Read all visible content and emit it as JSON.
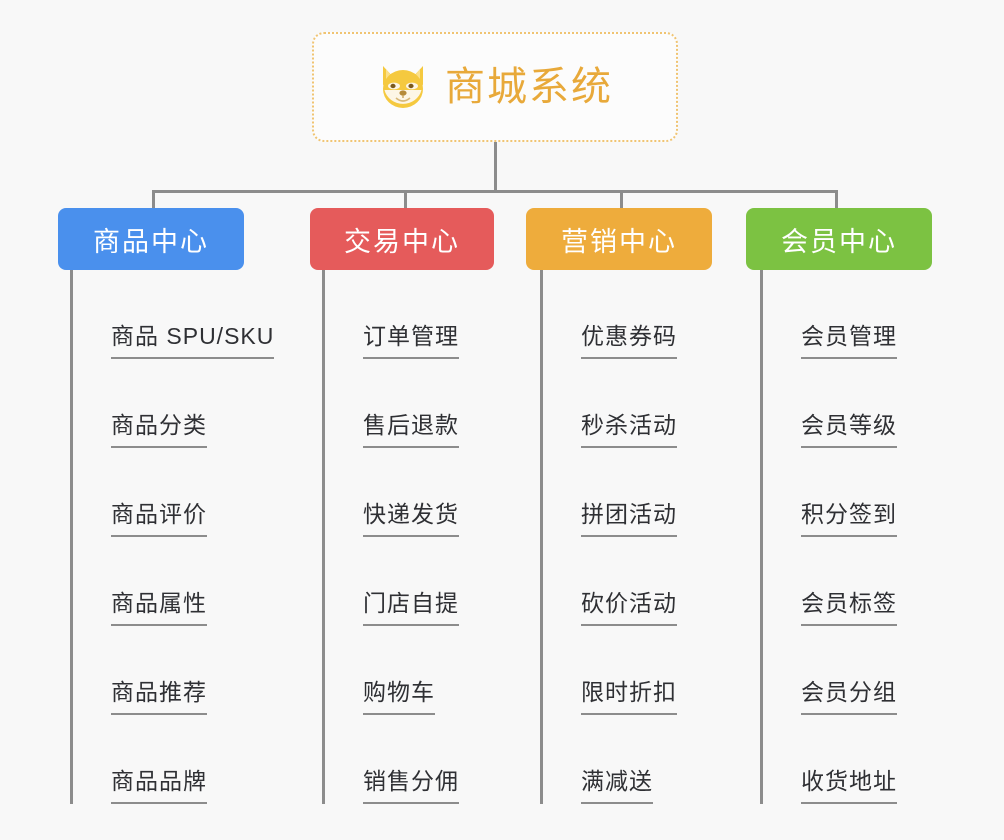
{
  "background_color": "#f8f8f8",
  "root": {
    "title": "商城系统",
    "icon": "shiba-dog-icon",
    "title_color": "#e8a93a",
    "border_color": "#f0c472",
    "fill_color": "#fcfcfc"
  },
  "connector_color": "#8c8c8c",
  "categories": [
    {
      "label": "商品中心",
      "color": "#4a90ed",
      "items": [
        "商品 SPU/SKU",
        "商品分类",
        "商品评价",
        "商品属性",
        "商品推荐",
        "商品品牌"
      ]
    },
    {
      "label": "交易中心",
      "color": "#e55b5b",
      "items": [
        "订单管理",
        "售后退款",
        "快递发货",
        "门店自提",
        "购物车",
        "销售分佣"
      ]
    },
    {
      "label": "营销中心",
      "color": "#eeac3c",
      "items": [
        "优惠券码",
        "秒杀活动",
        "拼团活动",
        "砍价活动",
        "限时折扣",
        "满减送"
      ]
    },
    {
      "label": "会员中心",
      "color": "#77c councils"
    }
  ]
}
